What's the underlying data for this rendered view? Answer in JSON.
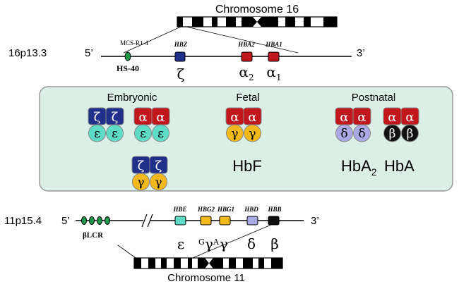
{
  "chr16": {
    "title": "Chromosome 16",
    "band": "16p13.3",
    "five": "5’",
    "three": "3’",
    "mcs_label": "MCS-R1-4",
    "hs40": "HS-40",
    "genes": [
      {
        "name": "HBZ",
        "glyph": "ζ",
        "sub": "",
        "color": "#1f2f8a"
      },
      {
        "name": "HBA2",
        "glyph": "α",
        "sub": "2",
        "color": "#c0161c"
      },
      {
        "name": "HBA1",
        "glyph": "α",
        "sub": "1",
        "color": "#c0161c"
      }
    ]
  },
  "stages": {
    "embryonic": "Embryonic",
    "fetal": "Fetal",
    "postnatal": "Postnatal"
  },
  "hemoglobins": {
    "hbf": "HbF",
    "hba2": "HbA",
    "hba2_sub": "2",
    "hba": "HbA"
  },
  "chain_glyphs": {
    "zeta": "ζ",
    "alpha": "α",
    "epsilon": "ε",
    "gamma": "γ",
    "delta": "δ",
    "beta": "β"
  },
  "chr11": {
    "title": "Chromosome 11",
    "band": "11p15.4",
    "five": "5’",
    "three": "3’",
    "lcr": "βLCR",
    "genes": [
      {
        "name": "HBE",
        "color": "#5fdcc8"
      },
      {
        "name": "HBG2",
        "color": "#f2b81c"
      },
      {
        "name": "HBG1",
        "color": "#f2b81c"
      },
      {
        "name": "HBD",
        "color": "#a9a9e6"
      },
      {
        "name": "HBB",
        "color": "#111111"
      }
    ],
    "greek": {
      "epsilon": "ε",
      "g_sup": "G",
      "gamma": "γ",
      "a_sup": "A",
      "delta": "δ",
      "beta": "β"
    }
  },
  "colors": {
    "zeta": "#1f2f8a",
    "alpha": "#c0161c",
    "epsilon": "#5fdcc8",
    "gamma": "#f2b81c",
    "delta": "#a9a9e6",
    "beta": "#111111",
    "panel": "#dcefe6",
    "hs40": "#1e9a4a"
  }
}
